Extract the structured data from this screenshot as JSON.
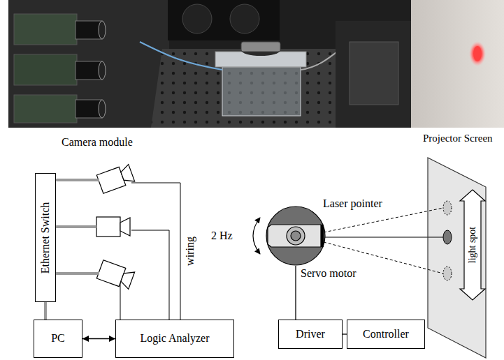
{
  "diagram": {
    "nodes": [
      {
        "text": [
          "Ethernet Switch"
        ]
      },
      {
        "text": [
          "PC"
        ]
      },
      {
        "text": [
          "Logic Analyzer"
        ]
      },
      {
        "text": [
          "Servo motor"
        ]
      },
      {
        "text": [
          "Driver"
        ]
      },
      {
        "text": [
          "Controller"
        ]
      },
      {
        "text": [
          "Projector Screen",
          "light spot"
        ]
      }
    ],
    "edges": [
      {
        "from": 0,
        "to": 1,
        "arrow": "none"
      },
      {
        "from": 1,
        "to": 2,
        "arrow": "both"
      },
      {
        "from": 3,
        "to": 4,
        "arrow": "none"
      },
      {
        "from": 4,
        "to": 5,
        "arrow": "none"
      }
    ],
    "labels": [
      "Camera module",
      "wiring",
      "2 Hz",
      "Laser pointer"
    ]
  }
}
